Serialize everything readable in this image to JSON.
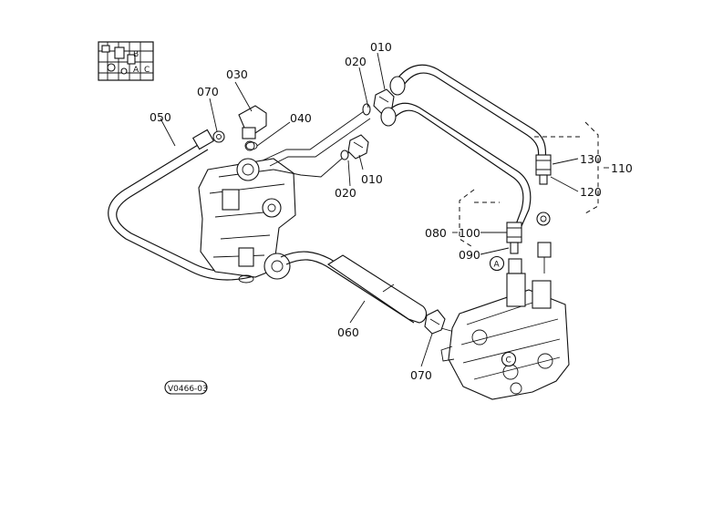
{
  "diagram": {
    "reference_code": "V0466-03",
    "inset_letters": {
      "b": "B",
      "a": "A",
      "c": "C"
    },
    "part_labels": {
      "p010_top": "010",
      "p020_top": "020",
      "p030": "030",
      "p040": "040",
      "p050": "050",
      "p070_top": "070",
      "p010_bottom": "010",
      "p020_bottom": "020",
      "p130": "130",
      "p110": "110",
      "p120": "120",
      "p080": "080",
      "p100": "100",
      "p090": "090",
      "p060": "060",
      "p070_bottom": "070"
    },
    "port_markers": {
      "a": "A",
      "c": "C"
    }
  }
}
